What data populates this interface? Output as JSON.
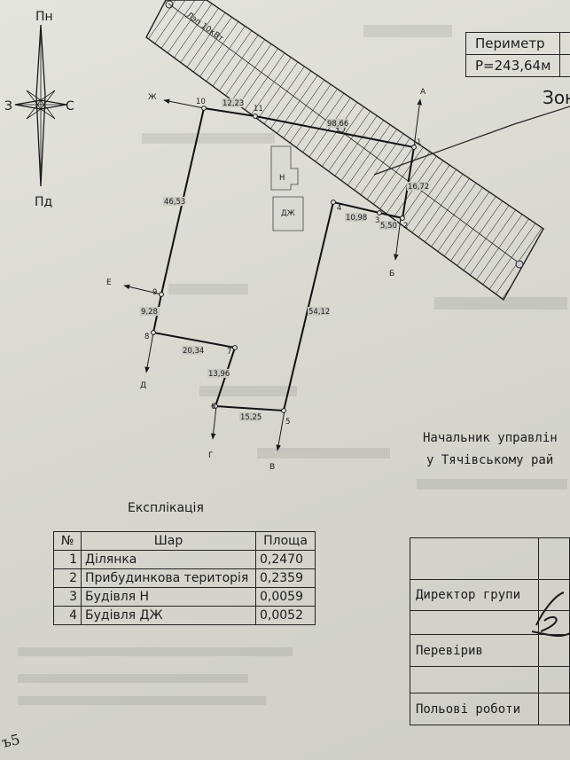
{
  "compass": {
    "north": "Пн",
    "south": "Пд",
    "east": "С",
    "west": "З"
  },
  "easement_label": "Лэп 10кВт",
  "perimeter": {
    "label": "Периметр",
    "value": "P=243,64м",
    "cut": "S"
  },
  "zone_label": "Зон",
  "points": [
    "1",
    "2",
    "3",
    "4",
    "5",
    "6",
    "7",
    "8",
    "9",
    "10",
    "11"
  ],
  "segments": [
    "12,23",
    "98,66",
    "16,72",
    "5,50",
    "10,98",
    "54,12",
    "15,25",
    "13,96",
    "20,34",
    "9,28",
    "46,53"
  ],
  "directions": [
    "А",
    "Б",
    "В",
    "Г",
    "Д",
    "Е",
    "Ж"
  ],
  "buildings": [
    "Н",
    "ДЖ"
  ],
  "chief": {
    "line1": "Начальник управлін",
    "line2": "у Тячівському рай"
  },
  "explication": {
    "title": "Експлікація",
    "headers": [
      "№",
      "Шар",
      "Площа"
    ],
    "rows": [
      {
        "num": "1",
        "layer": "Ділянка",
        "area": "0,2470"
      },
      {
        "num": "2",
        "layer": "Прибудинкова територія",
        "area": "0,2359"
      },
      {
        "num": "3",
        "layer": "Будівля Н",
        "area": "0,0059"
      },
      {
        "num": "4",
        "layer": "Будівля ДЖ",
        "area": "0,0052"
      }
    ]
  },
  "stamp": {
    "rows": [
      "",
      "Директор групи",
      "",
      "Перевірив",
      "",
      "Польові роботи"
    ]
  },
  "corner_mark": "ъ5"
}
